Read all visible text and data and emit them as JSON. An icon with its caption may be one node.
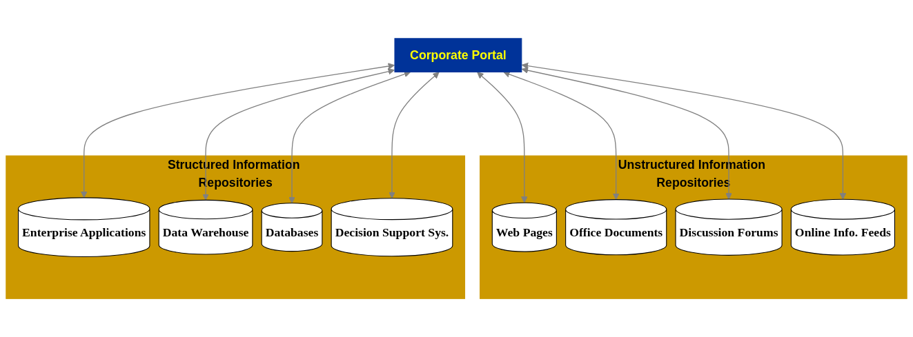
{
  "diagram": {
    "nodes": [
      {
        "text": [
          "Corporate Portal"
        ]
      },
      {
        "text": [
          "Unstructured Information Repositories"
        ]
      },
      {
        "text": [
          "Web Pages"
        ],
        "in": 1
      },
      {
        "text": [
          "Office Documents"
        ],
        "in": 1
      },
      {
        "text": [
          "Discussion Forums"
        ],
        "in": 1
      },
      {
        "text": [
          "Online Info. Feeds"
        ],
        "in": 1
      },
      {
        "text": [
          "Structured Information Repositories"
        ]
      },
      {
        "text": [
          "Enterprise Applications"
        ],
        "in": 6
      },
      {
        "text": [
          "Data Warehouse"
        ],
        "in": 6
      },
      {
        "text": [
          "Databases"
        ],
        "in": 6
      },
      {
        "text": [
          "Decision Support Sys."
        ],
        "in": 6
      }
    ],
    "edges": [
      {
        "from": 0,
        "to": 2,
        "arrow": "both"
      },
      {
        "from": 0,
        "to": 3,
        "arrow": "both"
      },
      {
        "from": 0,
        "to": 4,
        "arrow": "both"
      },
      {
        "from": 0,
        "to": 5,
        "arrow": "both"
      },
      {
        "from": 0,
        "to": 7,
        "arrow": "both"
      },
      {
        "from": 0,
        "to": 8,
        "arrow": "both"
      },
      {
        "from": 0,
        "to": 9,
        "arrow": "both"
      },
      {
        "from": 0,
        "to": 10,
        "arrow": "both"
      }
    ]
  }
}
